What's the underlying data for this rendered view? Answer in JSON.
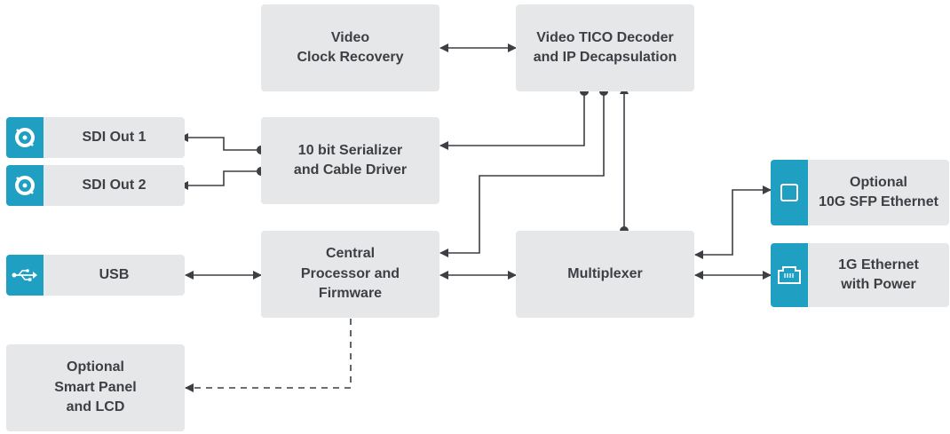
{
  "blocks": {
    "video_clock_recovery": "Video\nClock Recovery",
    "tico_decoder": "Video TICO Decoder\nand IP Decapsulation",
    "serializer": "10 bit Serializer\nand Cable Driver",
    "central_processor": "Central\nProcessor and\nFirmware",
    "multiplexer": "Multiplexer",
    "smart_panel": "Optional\nSmart Panel\nand LCD"
  },
  "ports": {
    "sdi_out_1": {
      "label": "SDI Out 1",
      "icon": "bnc-connector-icon"
    },
    "sdi_out_2": {
      "label": "SDI Out 2",
      "icon": "bnc-connector-icon"
    },
    "usb": {
      "label": "USB",
      "icon": "usb-icon"
    },
    "sfp": {
      "label": "Optional\n10G SFP Ethernet",
      "icon": "sfp-port-icon"
    },
    "ethernet": {
      "label": "1G Ethernet\nwith Power",
      "icon": "ethernet-port-icon"
    }
  },
  "colors": {
    "block_fill": "#e6e7e9",
    "icon_fill": "#1fa0c3",
    "line": "#3c3f44",
    "text": "#3c3f44"
  }
}
